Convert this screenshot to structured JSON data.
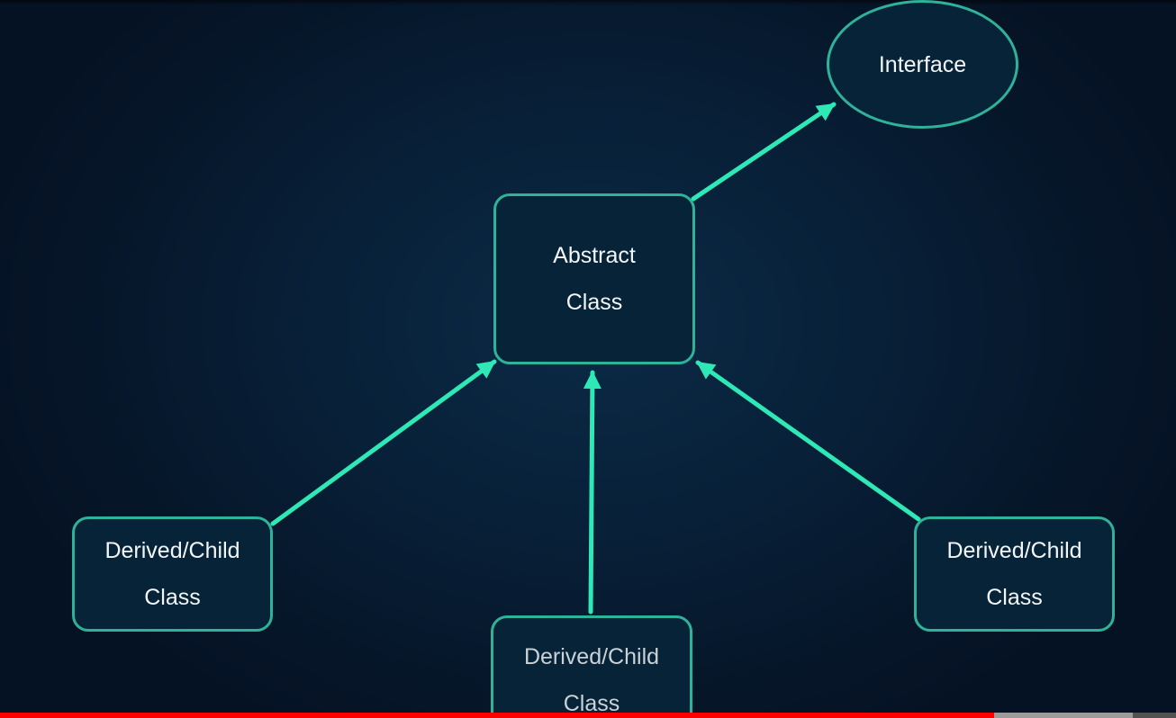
{
  "diagram": {
    "nodes": {
      "interface": {
        "label": "Interface"
      },
      "abstract_class": {
        "label": "Abstract\nClass"
      },
      "child_left": {
        "label": "Derived/Child\nClass"
      },
      "child_bottom": {
        "label": "Derived/Child\nClass"
      },
      "child_right": {
        "label": "Derived/Child\nClass"
      }
    },
    "edges": [
      {
        "from": "abstract_class",
        "to": "interface"
      },
      {
        "from": "child_left",
        "to": "abstract_class"
      },
      {
        "from": "child_bottom",
        "to": "abstract_class"
      },
      {
        "from": "child_right",
        "to": "abstract_class"
      }
    ]
  },
  "colors": {
    "background": "#061629",
    "node_border": "#2fb29a",
    "arrow": "#2ee8b6",
    "text": "#f2f6f8"
  },
  "video_progress": {
    "played_fraction": 0.845,
    "buffered_fraction": 0.963
  }
}
